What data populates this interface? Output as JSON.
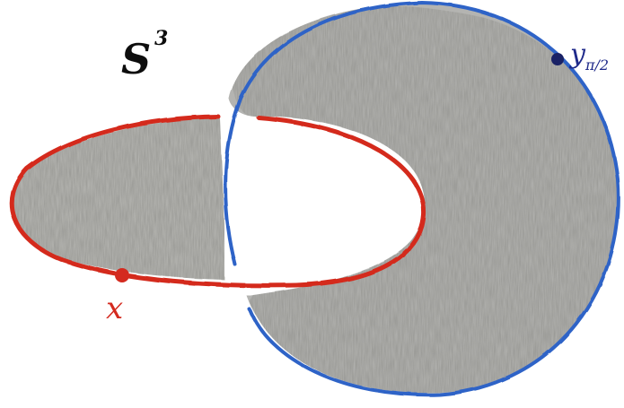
{
  "space_label": {
    "base": "S",
    "superscript": "3"
  },
  "point_x": {
    "label": "x",
    "color": "#d42a1f"
  },
  "point_y": {
    "label_base": "y",
    "label_subscript": "π/2",
    "color": "#1a2266"
  },
  "curves": {
    "red_loop_color": "#d42a1f",
    "blue_circle_color": "#2f63c7",
    "shading_color": "#a9a9a6"
  }
}
